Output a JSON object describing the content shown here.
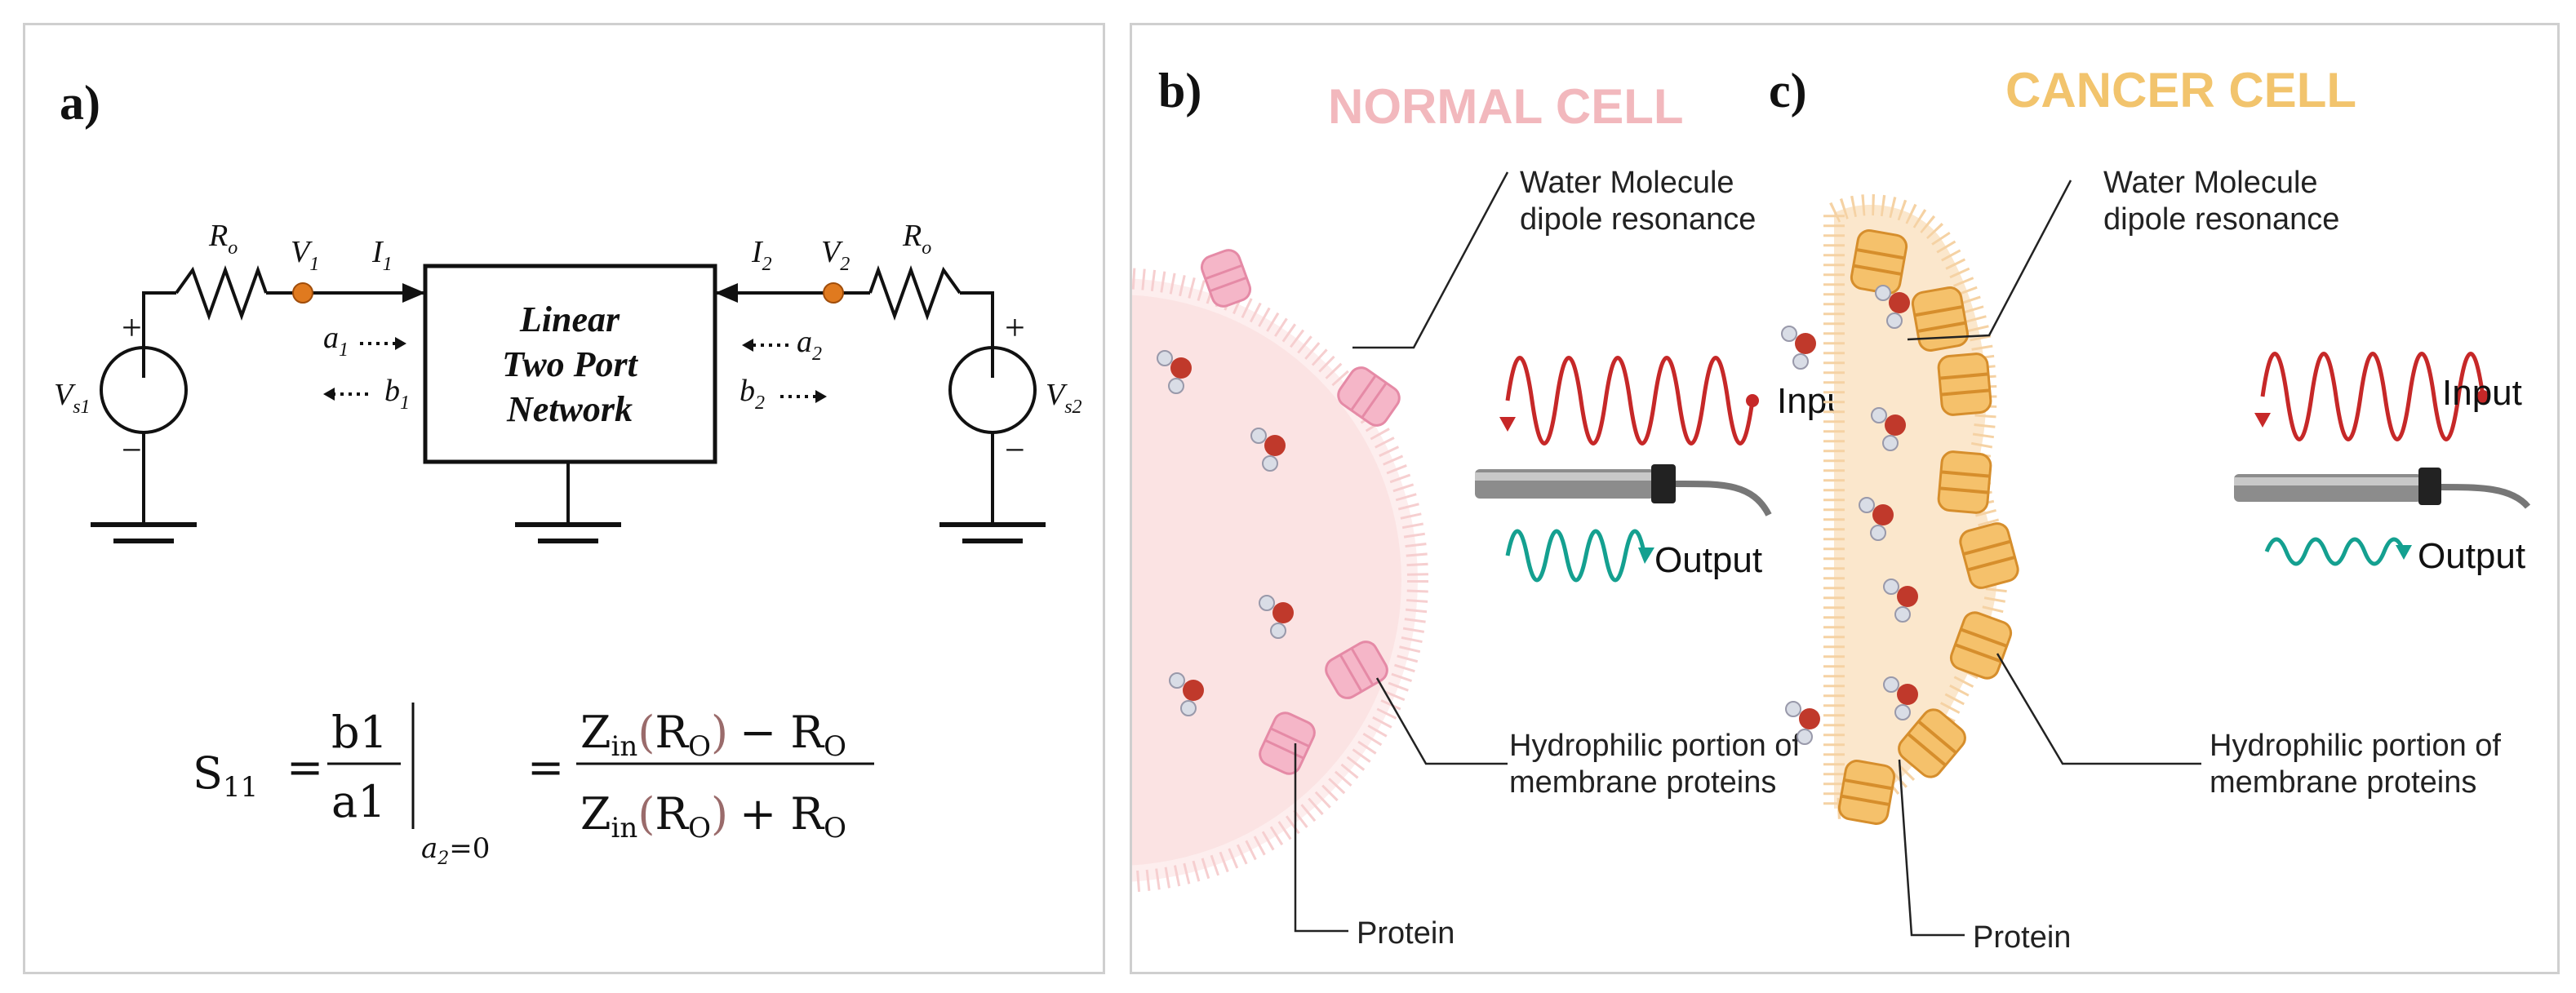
{
  "panel_a": {
    "label": "a)",
    "network_line1": "Linear",
    "network_line2": "Two Port",
    "network_line3": "Network",
    "r_left": "R",
    "r_left_sub": "o",
    "r_right": "R",
    "r_right_sub": "o",
    "v1": "V",
    "v1_sub": "1",
    "i1": "I",
    "i1_sub": "1",
    "i2": "I",
    "i2_sub": "2",
    "v2": "V",
    "v2_sub": "2",
    "vs1": "V",
    "vs1_sub": "s1",
    "vs2": "V",
    "vs2_sub": "s2",
    "a1": "a",
    "a1_sub": "1",
    "b1": "b",
    "b1_sub": "1",
    "a2": "a",
    "a2_sub": "2",
    "b2": "b",
    "b2_sub": "2",
    "plus": "+",
    "minus": "−",
    "eq_s": "S",
    "eq_s_sub": "11",
    "eq_equals": "=",
    "eq_num_left": "b1",
    "eq_den_left": "a1",
    "eq_cond": "a",
    "eq_cond_sub": "2",
    "eq_cond_val": "=0",
    "eq_z": "Z",
    "eq_z_sub": "in",
    "eq_r": "R",
    "eq_r_sub": "O",
    "eq_lparen": "(",
    "eq_rparen": ")",
    "eq_minus": "− R",
    "eq_plus": "+ R"
  },
  "panel_b": {
    "label": "b)",
    "title": "NORMAL CELL",
    "water_label_1": "Water Molecule",
    "water_label_2": "dipole resonance",
    "input_label": "Input",
    "output_label": "Output",
    "hydro_label_1": "Hydrophilic portion of",
    "hydro_label_2": "membrane proteins",
    "protein_label": "Protein"
  },
  "panel_c": {
    "label": "c)",
    "title": "CANCER CELL",
    "water_label_1": "Water Molecule",
    "water_label_2": "dipole resonance",
    "input_label": "Input",
    "output_label": "Output",
    "hydro_label_1": "Hydrophilic portion of",
    "hydro_label_2": "membrane proteins",
    "protein_label": "Protein"
  },
  "colors": {
    "normal_title": "#f2b8bd",
    "cancer_title": "#f2c46d",
    "input_wave": "#c62828",
    "output_wave": "#14a090",
    "node": "#e07a1f",
    "normal_cell": "#fbe3e3",
    "cancer_cell": "#fbe7cc"
  }
}
